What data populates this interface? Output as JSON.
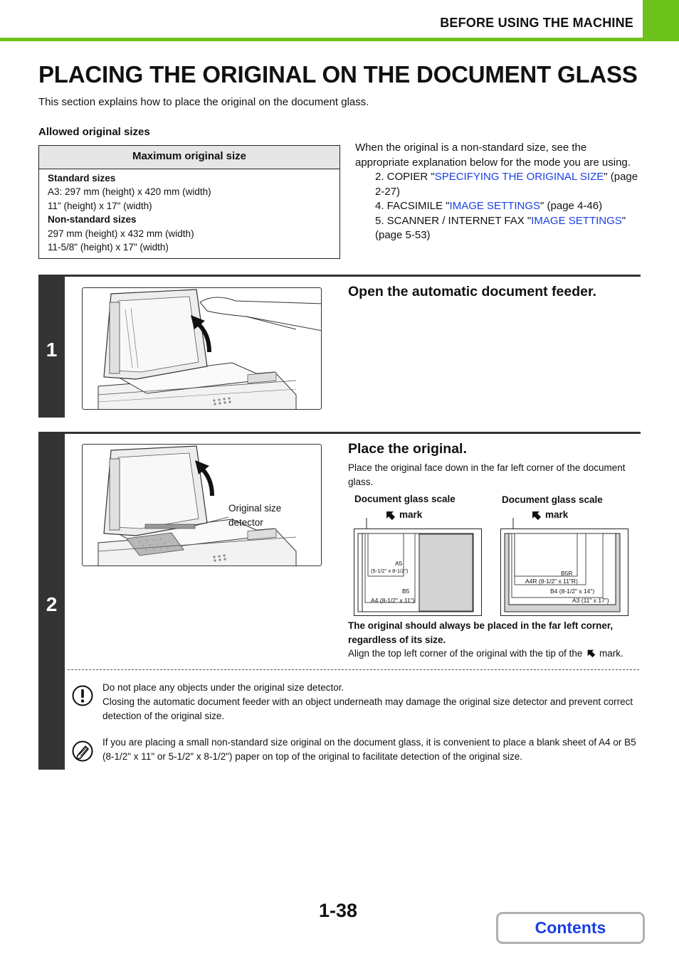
{
  "header": {
    "section_title": "BEFORE USING THE MACHINE",
    "accent_color": "#6cc21a"
  },
  "page_title": "PLACING THE ORIGINAL ON THE DOCUMENT GLASS",
  "intro": "This section explains how to place the original on the document glass.",
  "allowed_label": "Allowed original sizes",
  "size_table": {
    "header": "Maximum original size",
    "standard_label": "Standard sizes",
    "standard_line1": "A3: 297 mm (height) x 420 mm (width)",
    "standard_line2": "11\" (height) x 17\" (width)",
    "nonstandard_label": "Non-standard sizes",
    "nonstandard_line1": "297 mm (height) x 432 mm (width)",
    "nonstandard_line2": "11-5/8\" (height) x 17\" (width)"
  },
  "nonstandard_note": {
    "text": "When the original is a non-standard size, see the appropriate explanation below for the mode you are using.",
    "copier_prefix": "2. COPIER \"",
    "copier_link": "SPECIFYING THE ORIGINAL SIZE",
    "copier_suffix": "\" (page 2-27)",
    "fax_prefix": "4. FACSIMILE \"",
    "fax_link": "IMAGE SETTINGS",
    "fax_suffix": "\" (page 4-46)",
    "scanner_prefix": "5. SCANNER / INTERNET FAX \"",
    "scanner_link": "IMAGE SETTINGS",
    "scanner_suffix": "\" (page 5-53)"
  },
  "step1": {
    "number": "1",
    "heading": "Open the automatic document feeder."
  },
  "step2": {
    "number": "2",
    "heading": "Place the original.",
    "text": "Place the original face down in the far left corner of the document glass.",
    "detector_label_line1": "Original size",
    "detector_label_line2": "detector",
    "scale_left": {
      "label": "Document glass scale",
      "mark_label": "mark",
      "a5": "A5",
      "a5_inch": "(5-1/2\" x 8-1/2\")",
      "b5": "B5",
      "a4": "A4 (8-1/2\" x 11\")"
    },
    "scale_right": {
      "label": "Document glass scale",
      "mark_label": "mark",
      "b5r": "B5R",
      "a4r": "A4R (8-1/2\" x 11\"R)",
      "b4": "B4 (8-1/2\" x 14\")",
      "a3": "A3 (11\" x 17\")"
    },
    "corner_bold": "The original should always be placed in the far left corner, regardless of its size.",
    "align_prefix": "Align the top left corner of the original with the tip of the",
    "align_suffix": "mark."
  },
  "warning": {
    "line1": "Do not place any objects under the original size detector.",
    "line2": "Closing the automatic document feeder with an object underneath may damage the original size detector and prevent correct detection of the original size."
  },
  "note": {
    "text": "If you are placing a small non-standard size original on the document glass, it is convenient to place a blank sheet of A4 or B5 (8-1/2\" x 11\" or 5-1/2\" x 8-1/2\") paper on top of the original to facilitate detection of the original size."
  },
  "footer": {
    "page_number": "1-38",
    "contents_button": "Contents"
  }
}
